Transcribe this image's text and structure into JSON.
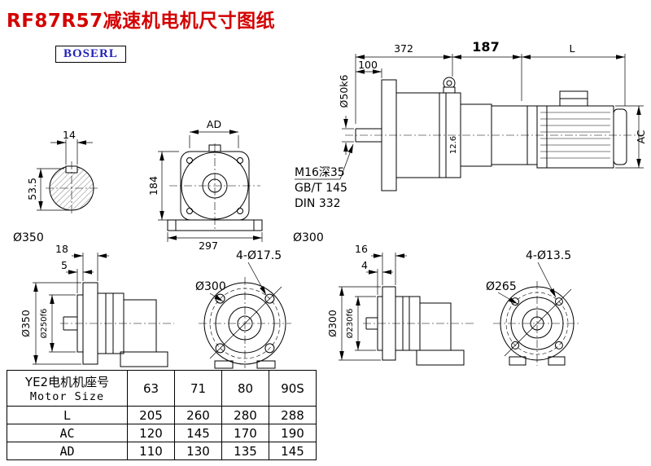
{
  "title": "RF87R57减速机电机尺寸图纸",
  "brand": "BOSERL",
  "assembly": {
    "dim_372": "372",
    "dim_187": "187",
    "dim_L": "L",
    "dim_100": "100",
    "shaft_dia": "Ø50k6",
    "dim_AC": "AC",
    "dim_12_6": "12.6",
    "thread_spec": "M16深35",
    "thread_std_gb": "GB/T 145",
    "thread_std_din": "DIN 332"
  },
  "shaft_section": {
    "key_width": "14",
    "shaft_height": "53.5",
    "dia_label": "Ø350"
  },
  "front_view": {
    "dim_AD": "AD",
    "dim_184": "184",
    "dim_297": "297",
    "dia_label": "Ø300"
  },
  "flange1_side": {
    "dim_18": "18",
    "dim_5": "5",
    "dia_outer": "Ø350",
    "dia_spigot": "Ø250f6"
  },
  "flange1_face": {
    "dia_bolt_circle": "Ø300",
    "holes": "4-Ø17.5"
  },
  "flange2_side": {
    "dim_16": "16",
    "dim_4": "4",
    "dia_outer": "Ø300",
    "dia_spigot": "Ø230f6"
  },
  "flange2_face": {
    "dia_bolt_circle": "Ø265",
    "holes": "4-Ø13.5"
  },
  "table": {
    "header_cn": "YE2电机机座号",
    "header_en": "Motor Size",
    "columns": [
      "63",
      "71",
      "80",
      "90S"
    ],
    "rows": [
      {
        "label": "L",
        "values": [
          "205",
          "260",
          "280",
          "288"
        ]
      },
      {
        "label": "AC",
        "values": [
          "120",
          "145",
          "170",
          "190"
        ]
      },
      {
        "label": "AD",
        "values": [
          "110",
          "130",
          "135",
          "145"
        ]
      }
    ]
  }
}
